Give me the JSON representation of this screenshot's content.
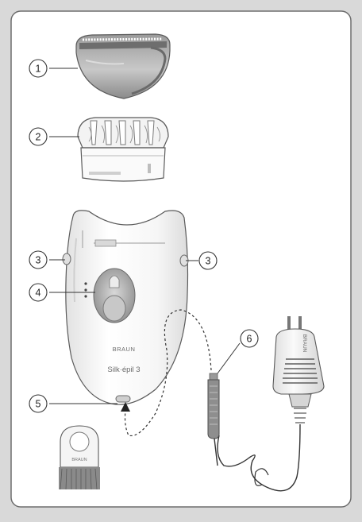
{
  "callouts": [
    {
      "label": "1",
      "name": "epilator-cap"
    },
    {
      "label": "2",
      "name": "epilation-head"
    },
    {
      "label": "3",
      "name": "release-button"
    },
    {
      "label": "3",
      "name": "release-button"
    },
    {
      "label": "4",
      "name": "switch"
    },
    {
      "label": "5",
      "name": "socket"
    },
    {
      "label": "6",
      "name": "power-plug"
    }
  ],
  "device": {
    "brand": "BRAUN",
    "model": "Silk·épil 3"
  },
  "brush": {
    "brand": "BRAUN"
  },
  "plug": {
    "brand": "BRAUN"
  },
  "colors": {
    "background": "#d9d9d9",
    "panel": "#ffffff",
    "outline": "#555555",
    "gray_dark": "#7a7a7a",
    "gray_mid": "#a8a8a8",
    "gray_light": "#e6e6e6"
  }
}
